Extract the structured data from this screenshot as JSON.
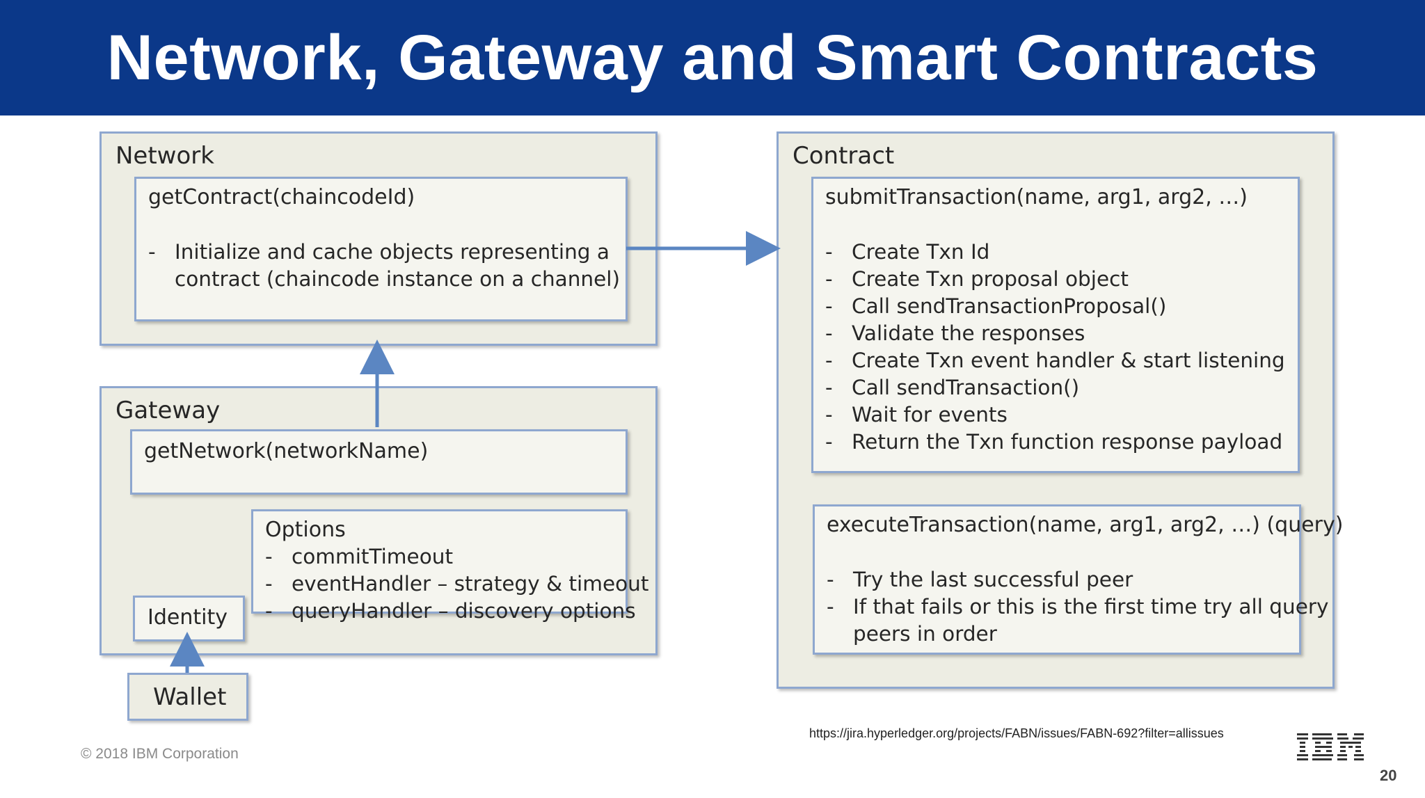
{
  "title": "Network, Gateway and Smart Contracts",
  "network": {
    "label": "Network",
    "method": "getContract(chaincodeId)",
    "items": [
      "Initialize and cache objects representing a",
      "contract (chaincode instance on a channel)"
    ]
  },
  "gateway": {
    "label": "Gateway",
    "method": "getNetwork(networkName)",
    "options": {
      "title": "Options",
      "items": [
        "commitTimeout",
        "eventHandler – strategy & timeout",
        "queryHandler – discovery options"
      ]
    },
    "identity_label": "Identity"
  },
  "wallet_label": "Wallet",
  "contract": {
    "label": "Contract",
    "submit": {
      "method": "submitTransaction(name, arg1, arg2, …)",
      "items": [
        "Create Txn Id",
        "Create Txn proposal object",
        "Call sendTransactionProposal()",
        "Validate the responses",
        "Create Txn event handler & start listening",
        "Call sendTransaction()",
        "Wait for events",
        "Return the Txn function response payload"
      ]
    },
    "execute": {
      "method": "executeTransaction(name, arg1, arg2, …)   (query)",
      "items": [
        "Try the last successful peer",
        "If that fails or this is the first time try all query",
        "peers in order"
      ]
    }
  },
  "footer": {
    "url": "https://jira.hyperledger.org/projects/FABN/issues/FABN-692?filter=allissues",
    "copyright": "© 2018 IBM Corporation",
    "page": "20",
    "logo": "IBM"
  },
  "colors": {
    "title_bar": "#0b3889",
    "panel_fill": "#edede3",
    "border": "#8ea7cf",
    "arrow": "#5b86c2"
  }
}
